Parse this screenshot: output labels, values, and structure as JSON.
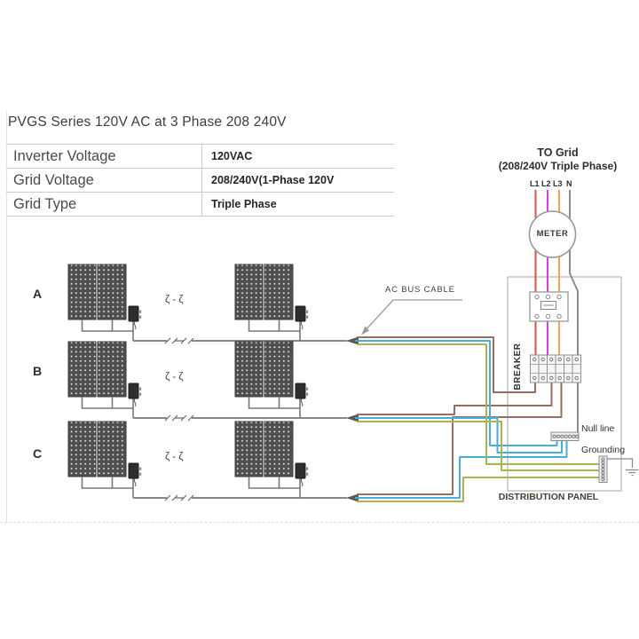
{
  "title": "PVGS Series 120V AC at 3 Phase 208 240V",
  "spec_table": {
    "rows": [
      {
        "label": "Inverter Voltage",
        "value": "120VAC"
      },
      {
        "label": "Grid Voltage",
        "value": "208/240V(1-Phase 120V"
      },
      {
        "label": "Grid Type",
        "value": "Triple Phase"
      }
    ]
  },
  "grid_connection": {
    "to_grid_line1": "TO Grid",
    "to_grid_line2": "(208/240V Triple Phase)",
    "phase_labels": [
      "L1",
      "L2",
      "L3",
      "N"
    ],
    "meter_label": "METER",
    "breaker_label": "BREAKER"
  },
  "panel_rows": [
    {
      "label": "A"
    },
    {
      "label": "B"
    },
    {
      "label": "C"
    }
  ],
  "annotations": {
    "ac_bus_cable": "AC BUS CABLE",
    "null_line": "Null line",
    "grounding": "Grounding",
    "distribution_panel": "DISTRIBUTION PANEL",
    "break_symbol": "ζ-ζ"
  },
  "colors": {
    "l1_red": "#d9534a",
    "l2_magenta": "#e23ae2",
    "l3_orange": "#f0a558",
    "neutral_gray": "#8c8c8c",
    "bus_brown": "#9b6d60",
    "bus_blue": "#46aed8",
    "bus_green": "#a9b54f"
  }
}
